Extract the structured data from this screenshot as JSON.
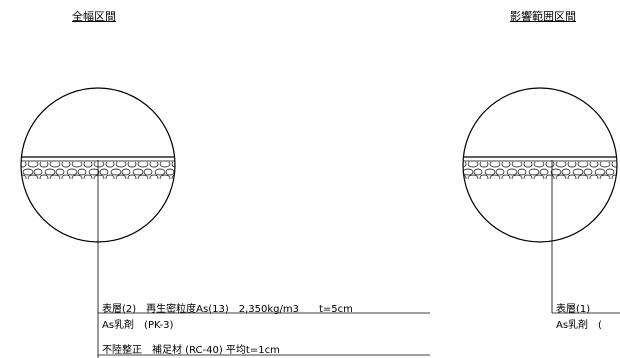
{
  "sections": [
    {
      "title": "全幅区間",
      "callout_lines": [
        "表層(2)　再生密粒度As(13)　2,350kg/m3　　t=5cm",
        "As乳剤　(PK-3)",
        "不陸整正　補足材 (RC-40) 平均t=1cm"
      ]
    },
    {
      "title": "影響範囲区間",
      "callout_lines": [
        "表層(1)",
        "As乳剤　("
      ]
    }
  ]
}
